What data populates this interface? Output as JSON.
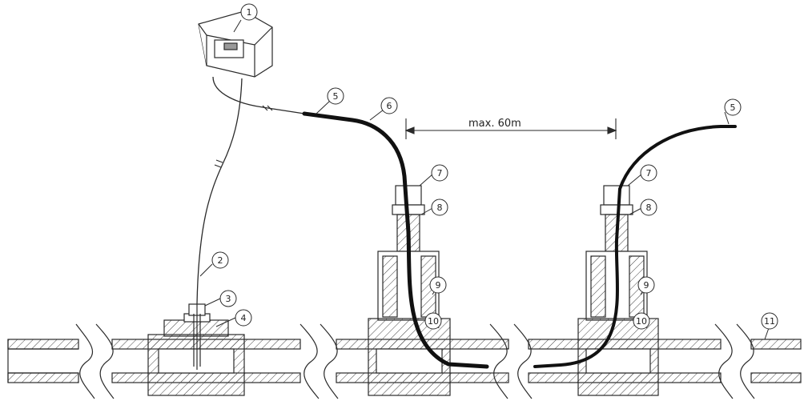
{
  "dimension": {
    "label": "max. 60m"
  },
  "callouts": [
    {
      "id": "1",
      "label": "1"
    },
    {
      "id": "2",
      "label": "2"
    },
    {
      "id": "3",
      "label": "3"
    },
    {
      "id": "4",
      "label": "4"
    },
    {
      "id": "5a",
      "label": "5"
    },
    {
      "id": "6",
      "label": "6"
    },
    {
      "id": "7a",
      "label": "7"
    },
    {
      "id": "8a",
      "label": "8"
    },
    {
      "id": "9a",
      "label": "9"
    },
    {
      "id": "10a",
      "label": "10"
    },
    {
      "id": "5b",
      "label": "5"
    },
    {
      "id": "7b",
      "label": "7"
    },
    {
      "id": "8b",
      "label": "8"
    },
    {
      "id": "9b",
      "label": "9"
    },
    {
      "id": "10b",
      "label": "10"
    },
    {
      "id": "11",
      "label": "11"
    }
  ],
  "colors": {
    "line": "#2a2a2a",
    "cable": "#111111",
    "hatch": "#444444",
    "background": "#ffffff"
  }
}
